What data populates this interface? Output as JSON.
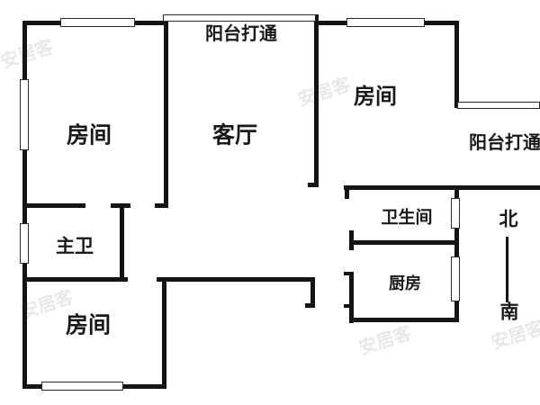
{
  "floorplan": {
    "labels": {
      "bedroom_top_left": "房间",
      "living_room": "客厅",
      "balcony_top": "阳台打通",
      "bedroom_top_right": "房间",
      "balcony_right": "阳台打通",
      "master_bath": "主卫",
      "bathroom": "卫生间",
      "kitchen": "厨房",
      "bedroom_bottom_left": "房间"
    },
    "compass": {
      "north": "北",
      "south": "南"
    },
    "watermark": "安居客",
    "colors": {
      "wall": "#141414",
      "background": "#ffffff",
      "label_text": "#191919"
    }
  }
}
